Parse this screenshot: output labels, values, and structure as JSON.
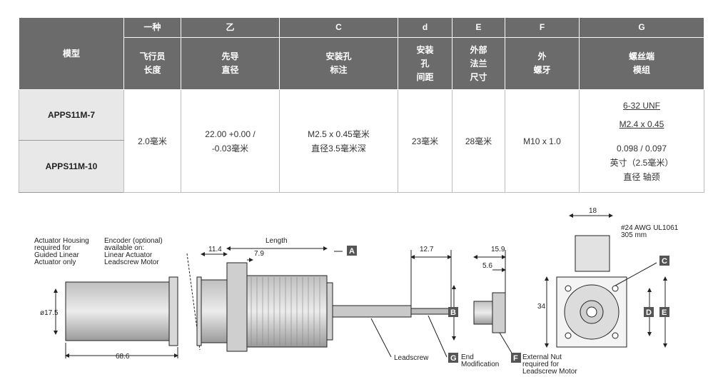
{
  "table": {
    "header_model": "模型",
    "columns": [
      {
        "letter": "一种",
        "lines": [
          "飞行员",
          "长度"
        ]
      },
      {
        "letter": "乙",
        "lines": [
          "先导",
          "直径"
        ]
      },
      {
        "letter": "C",
        "lines": [
          "安装孔",
          "标注"
        ]
      },
      {
        "letter": "d",
        "lines": [
          "安装",
          "孔",
          "间距"
        ]
      },
      {
        "letter": "E",
        "lines": [
          "外部",
          "法兰",
          "尺寸"
        ]
      },
      {
        "letter": "F",
        "lines": [
          "外",
          "螺牙"
        ]
      },
      {
        "letter": "G",
        "lines": [
          "螺丝端",
          "模组"
        ]
      }
    ],
    "models": [
      "APPS11M-7",
      "APPS11M-10"
    ],
    "pilot_length": "2.0毫米",
    "pilot_dia": [
      "22.00 +0.00 /",
      "-0.03毫米"
    ],
    "mount_hole": [
      "M2.5 x 0.45毫米",
      "直径3.5毫米深"
    ],
    "hole_spacing": "23毫米",
    "flange": "28毫米",
    "thread": "M10 x 1.0",
    "screw_end": {
      "link1": "6-32 UNF",
      "link2": "M2.4 x 0.45",
      "lines": [
        "0.098 / 0.097",
        "英寸（2.5毫米）",
        "直径 轴颈"
      ]
    }
  },
  "drawing": {
    "housing_note": [
      "Actuator Housing",
      "required for",
      "Guided Linear",
      "Actuator only"
    ],
    "encoder_note": [
      "Encoder (optional)",
      "available on:",
      "Linear Actuator",
      "Leadscrew Motor"
    ],
    "dim_174": "ø17.5",
    "dim_686": "68.6",
    "dim_114": "11.4",
    "dim_length": "Length",
    "dim_79": "7.9",
    "dim_127": "12.7",
    "dim_159": "15.9",
    "dim_56": "5.6",
    "dim_18": "18",
    "dim_34": "34",
    "wire_note": [
      "#24 AWG UL1061",
      "305 mm"
    ],
    "leadscrew": "Leadscrew",
    "end_mod": [
      "End",
      "Modification"
    ],
    "ext_nut": [
      "External Nut",
      "required for",
      "Leadscrew Motor"
    ],
    "tag_a": "A",
    "tag_b": "B",
    "tag_c": "C",
    "tag_d": "D",
    "tag_e": "E",
    "tag_f": "F",
    "tag_g": "G"
  }
}
